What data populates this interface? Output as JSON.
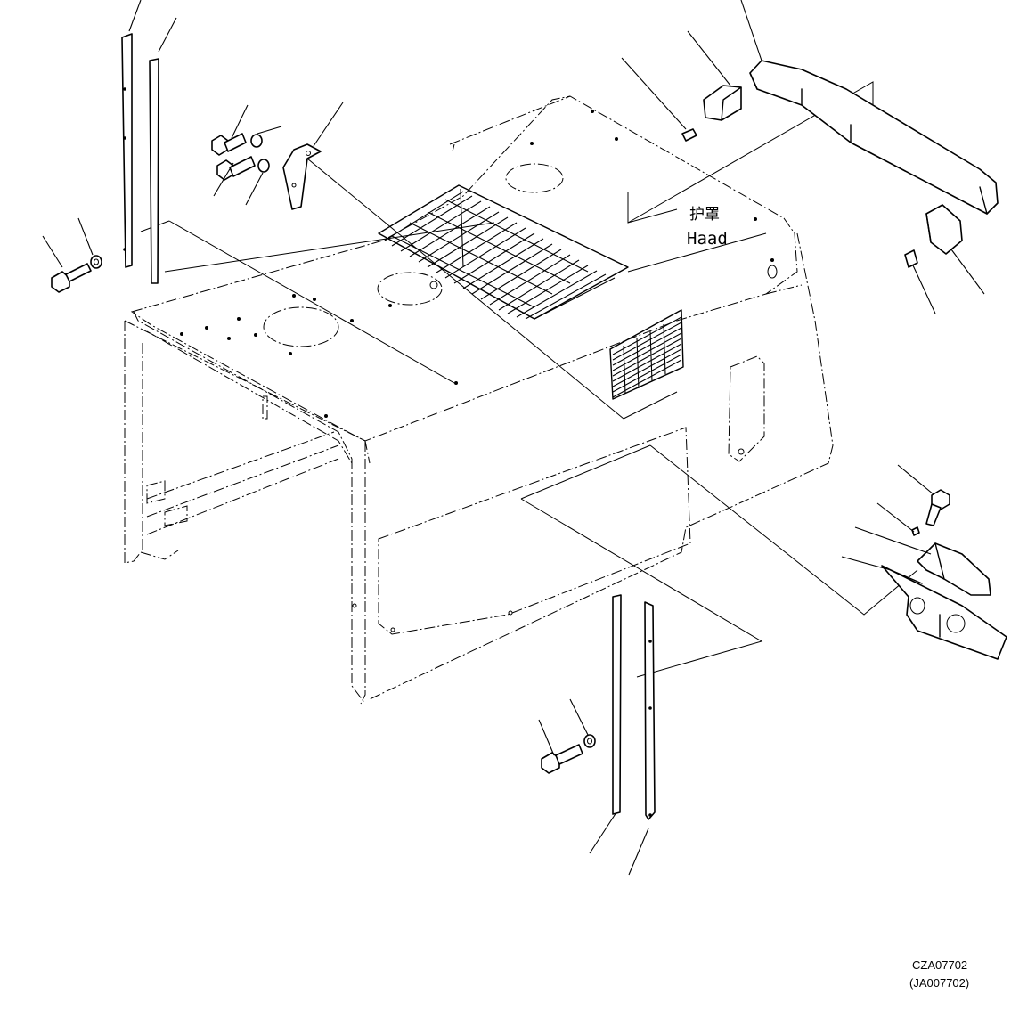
{
  "diagram": {
    "hood_label_cn": "护罩",
    "hood_label_en": "Haad",
    "drawing_code": "CZA07702",
    "drawing_code_alt": "(JA007702)"
  }
}
